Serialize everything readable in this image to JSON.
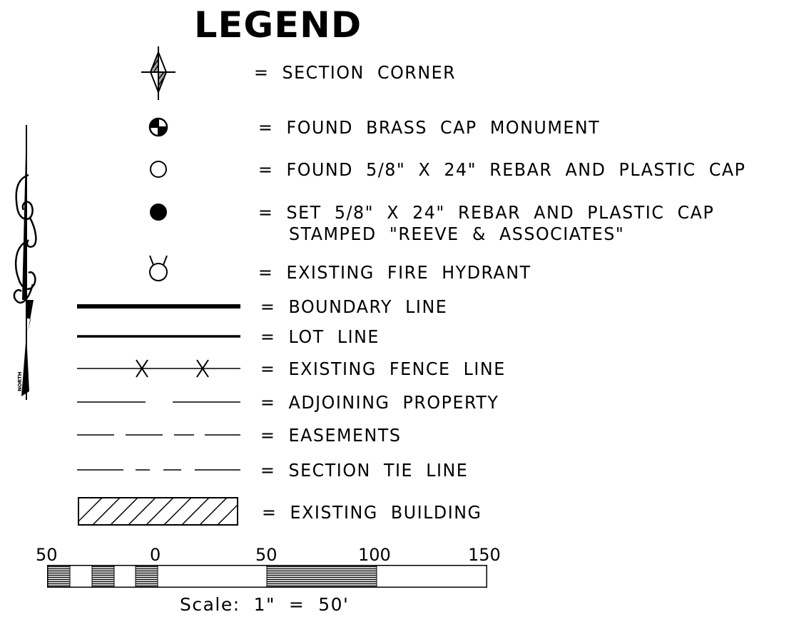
{
  "legend": {
    "title": "LEGEND",
    "items": [
      {
        "symbol": "section-corner",
        "text": "=  SECTION  CORNER"
      },
      {
        "symbol": "brass-cap",
        "text": "=  FOUND  BRASS  CAP  MONUMENT"
      },
      {
        "symbol": "open-circle",
        "text": "=  FOUND  5/8\"  X  24\"  REBAR  AND  PLASTIC  CAP"
      },
      {
        "symbol": "filled-circle",
        "text": "=  SET  5/8\"  X  24\"  REBAR  AND  PLASTIC  CAP",
        "text2": "STAMPED  \"REEVE  &  ASSOCIATES\""
      },
      {
        "symbol": "fire-hydrant",
        "text": "=  EXISTING  FIRE  HYDRANT"
      },
      {
        "symbol": "boundary-line",
        "text": "=  BOUNDARY  LINE"
      },
      {
        "symbol": "lot-line",
        "text": "=  LOT  LINE"
      },
      {
        "symbol": "fence-line",
        "text": "=  EXISTING  FENCE  LINE"
      },
      {
        "symbol": "adjoining-line",
        "text": "=  ADJOINING  PROPERTY"
      },
      {
        "symbol": "easement-line",
        "text": "=  EASEMENTS"
      },
      {
        "symbol": "section-tie-line",
        "text": "=  SECTION  TIE  LINE"
      },
      {
        "symbol": "hatched-building",
        "text": "=  EXISTING  BUILDING"
      }
    ]
  },
  "scale_bar": {
    "ticks": [
      "50",
      "0",
      "50",
      "100",
      "150"
    ],
    "label": "Scale:  1\"  =  50'"
  },
  "north_arrow": {
    "label": "NORTH"
  }
}
